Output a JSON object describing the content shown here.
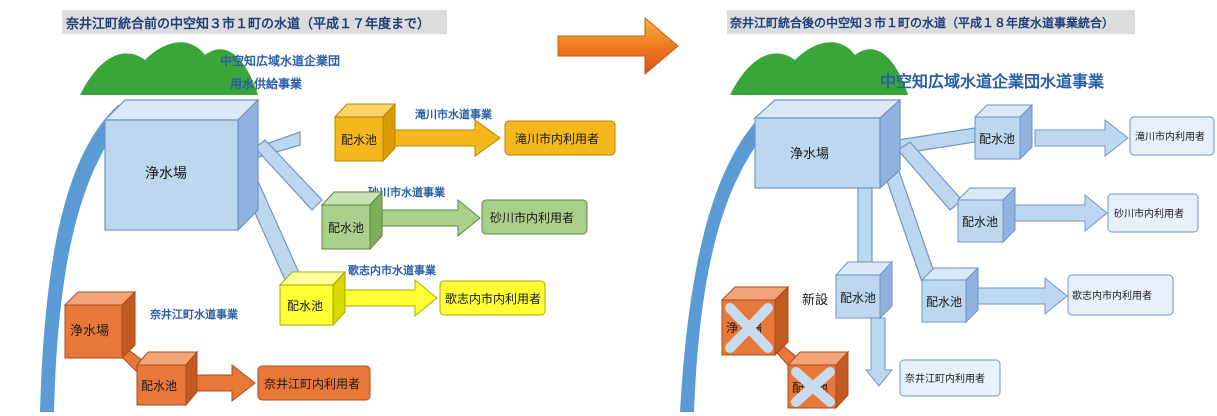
{
  "colors": {
    "blue_fill": "#bdd7ee",
    "blue_stroke": "#6f95c7",
    "orange": "#e8783a",
    "yellow": "#f5b81c",
    "green": "#a9cf8b",
    "bright_yellow": "#ffff33",
    "mountain": "#3aa63a",
    "river": "#5b9bd5",
    "title_bar": "#dcdcdc",
    "arrow_orange": "#f08a28"
  },
  "left": {
    "title": "奈井江町統合前の中空知３市１町の水道（平成１７年度まで）",
    "supply_label_1": "中空知広域水道企業団",
    "supply_label_2": "用水供給事業",
    "plant": "浄水場",
    "takikawa_service": "滝川市水道事業",
    "sunagawa_service": "砂川市水道事業",
    "utashinai_service": "歌志内市水道事業",
    "naie_service": "奈井江町水道事業",
    "reservoir_1": "配水池",
    "reservoir_2": "配水池",
    "reservoir_3": "配水池",
    "naie_plant": "浄水場",
    "naie_reservoir": "配水池",
    "takikawa_users": "滝川市内利用者",
    "sunagawa_users": "砂川市内利用者",
    "utashinai_users": "歌志内市内利用者",
    "naie_users": "奈井江町内利用者"
  },
  "transition_arrow_icon": "arrow-right-icon",
  "right": {
    "title": "奈井江町統合後の中空知３市１町の水道（平成１８年度水道事業統合）",
    "authority": "中空知広域水道企業団水道事業",
    "plant": "浄水場",
    "reservoir_1": "配水池",
    "reservoir_2": "配水池",
    "reservoir_3": "配水池",
    "reservoir_new": "配水池",
    "new_label": "新設",
    "takikawa_users": "滝川市内利用者",
    "sunagawa_users": "砂川市内利用者",
    "utashinai_users": "歌志内市内利用者",
    "naie_users": "奈井江町内利用者",
    "abolished_plant": "浄水場",
    "abolished_reservoir": "配水池",
    "abolished_icon": "cross-icon"
  }
}
